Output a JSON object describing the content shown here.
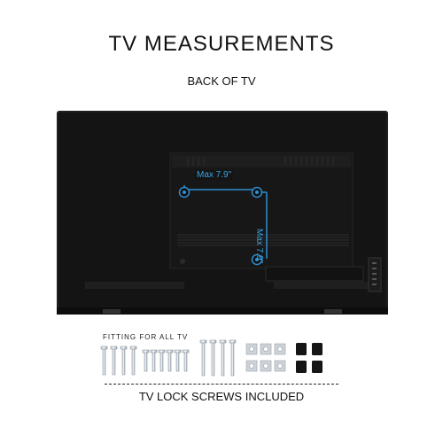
{
  "header": {
    "title": "TV MEASUREMENTS",
    "subtitle": "BACK OF TV"
  },
  "tv_back": {
    "horizontal_label": "Max 7.9\"",
    "vertical_label": "Max 7.9\""
  },
  "hardware": {
    "fitting_label": "FITTING FOR ALL TV",
    "footer_label": "TV LOCK SCREWS INCLUDED"
  },
  "colors": {
    "panel": "#141414",
    "measure_line": "#2f8fd1",
    "background": "#ffffff"
  }
}
